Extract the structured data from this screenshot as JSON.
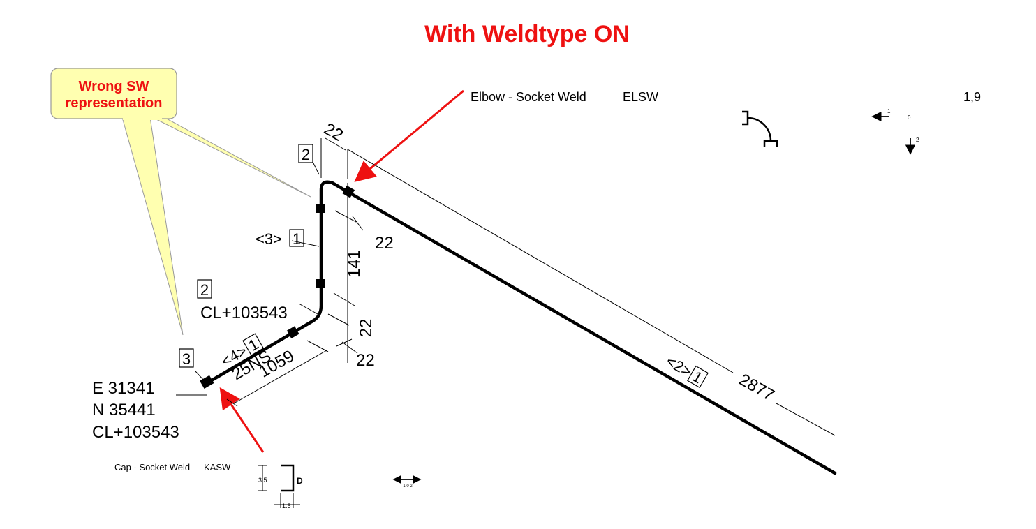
{
  "title": "With Weldtype ON",
  "callout": {
    "line1": "Wrong SW",
    "line2": "representation"
  },
  "elbow_legend": {
    "name": "Elbow - Socket Weld",
    "code": "ELSW",
    "scale": "1,9"
  },
  "cap_legend": {
    "name": "Cap - Socket Weld",
    "code": "KASW",
    "dim_height": "3.5",
    "dim_width": "1.5",
    "dim_letter": "D"
  },
  "scale_bar_label": "1 0 2",
  "orientation": {
    "dir1": "1",
    "origin": "0",
    "dir2": "2"
  },
  "dims": {
    "top_gap": "22",
    "right_gap_upper": "22",
    "vertical_length": "141",
    "vertical_lower": "22",
    "horizontal_gap": "22",
    "short_run": "1059",
    "long_run": "2877"
  },
  "labels": {
    "pipe_size": "25NS",
    "seg3": "<3>",
    "seg3_box": "1",
    "seg4": "<4>",
    "seg4_box": "1",
    "seg2": "<2>",
    "seg2_box": "1",
    "node_top": "2",
    "node_mid": "2",
    "node_end": "3",
    "cl_mid": "CL+103543",
    "coord_e": "E 31341",
    "coord_n": "N 35441",
    "coord_cl": "CL+103543"
  },
  "colors": {
    "accent_red": "#ee1111",
    "callout_fill": "#ffffb0",
    "callout_stroke": "#999999",
    "pipe": "#000000"
  }
}
